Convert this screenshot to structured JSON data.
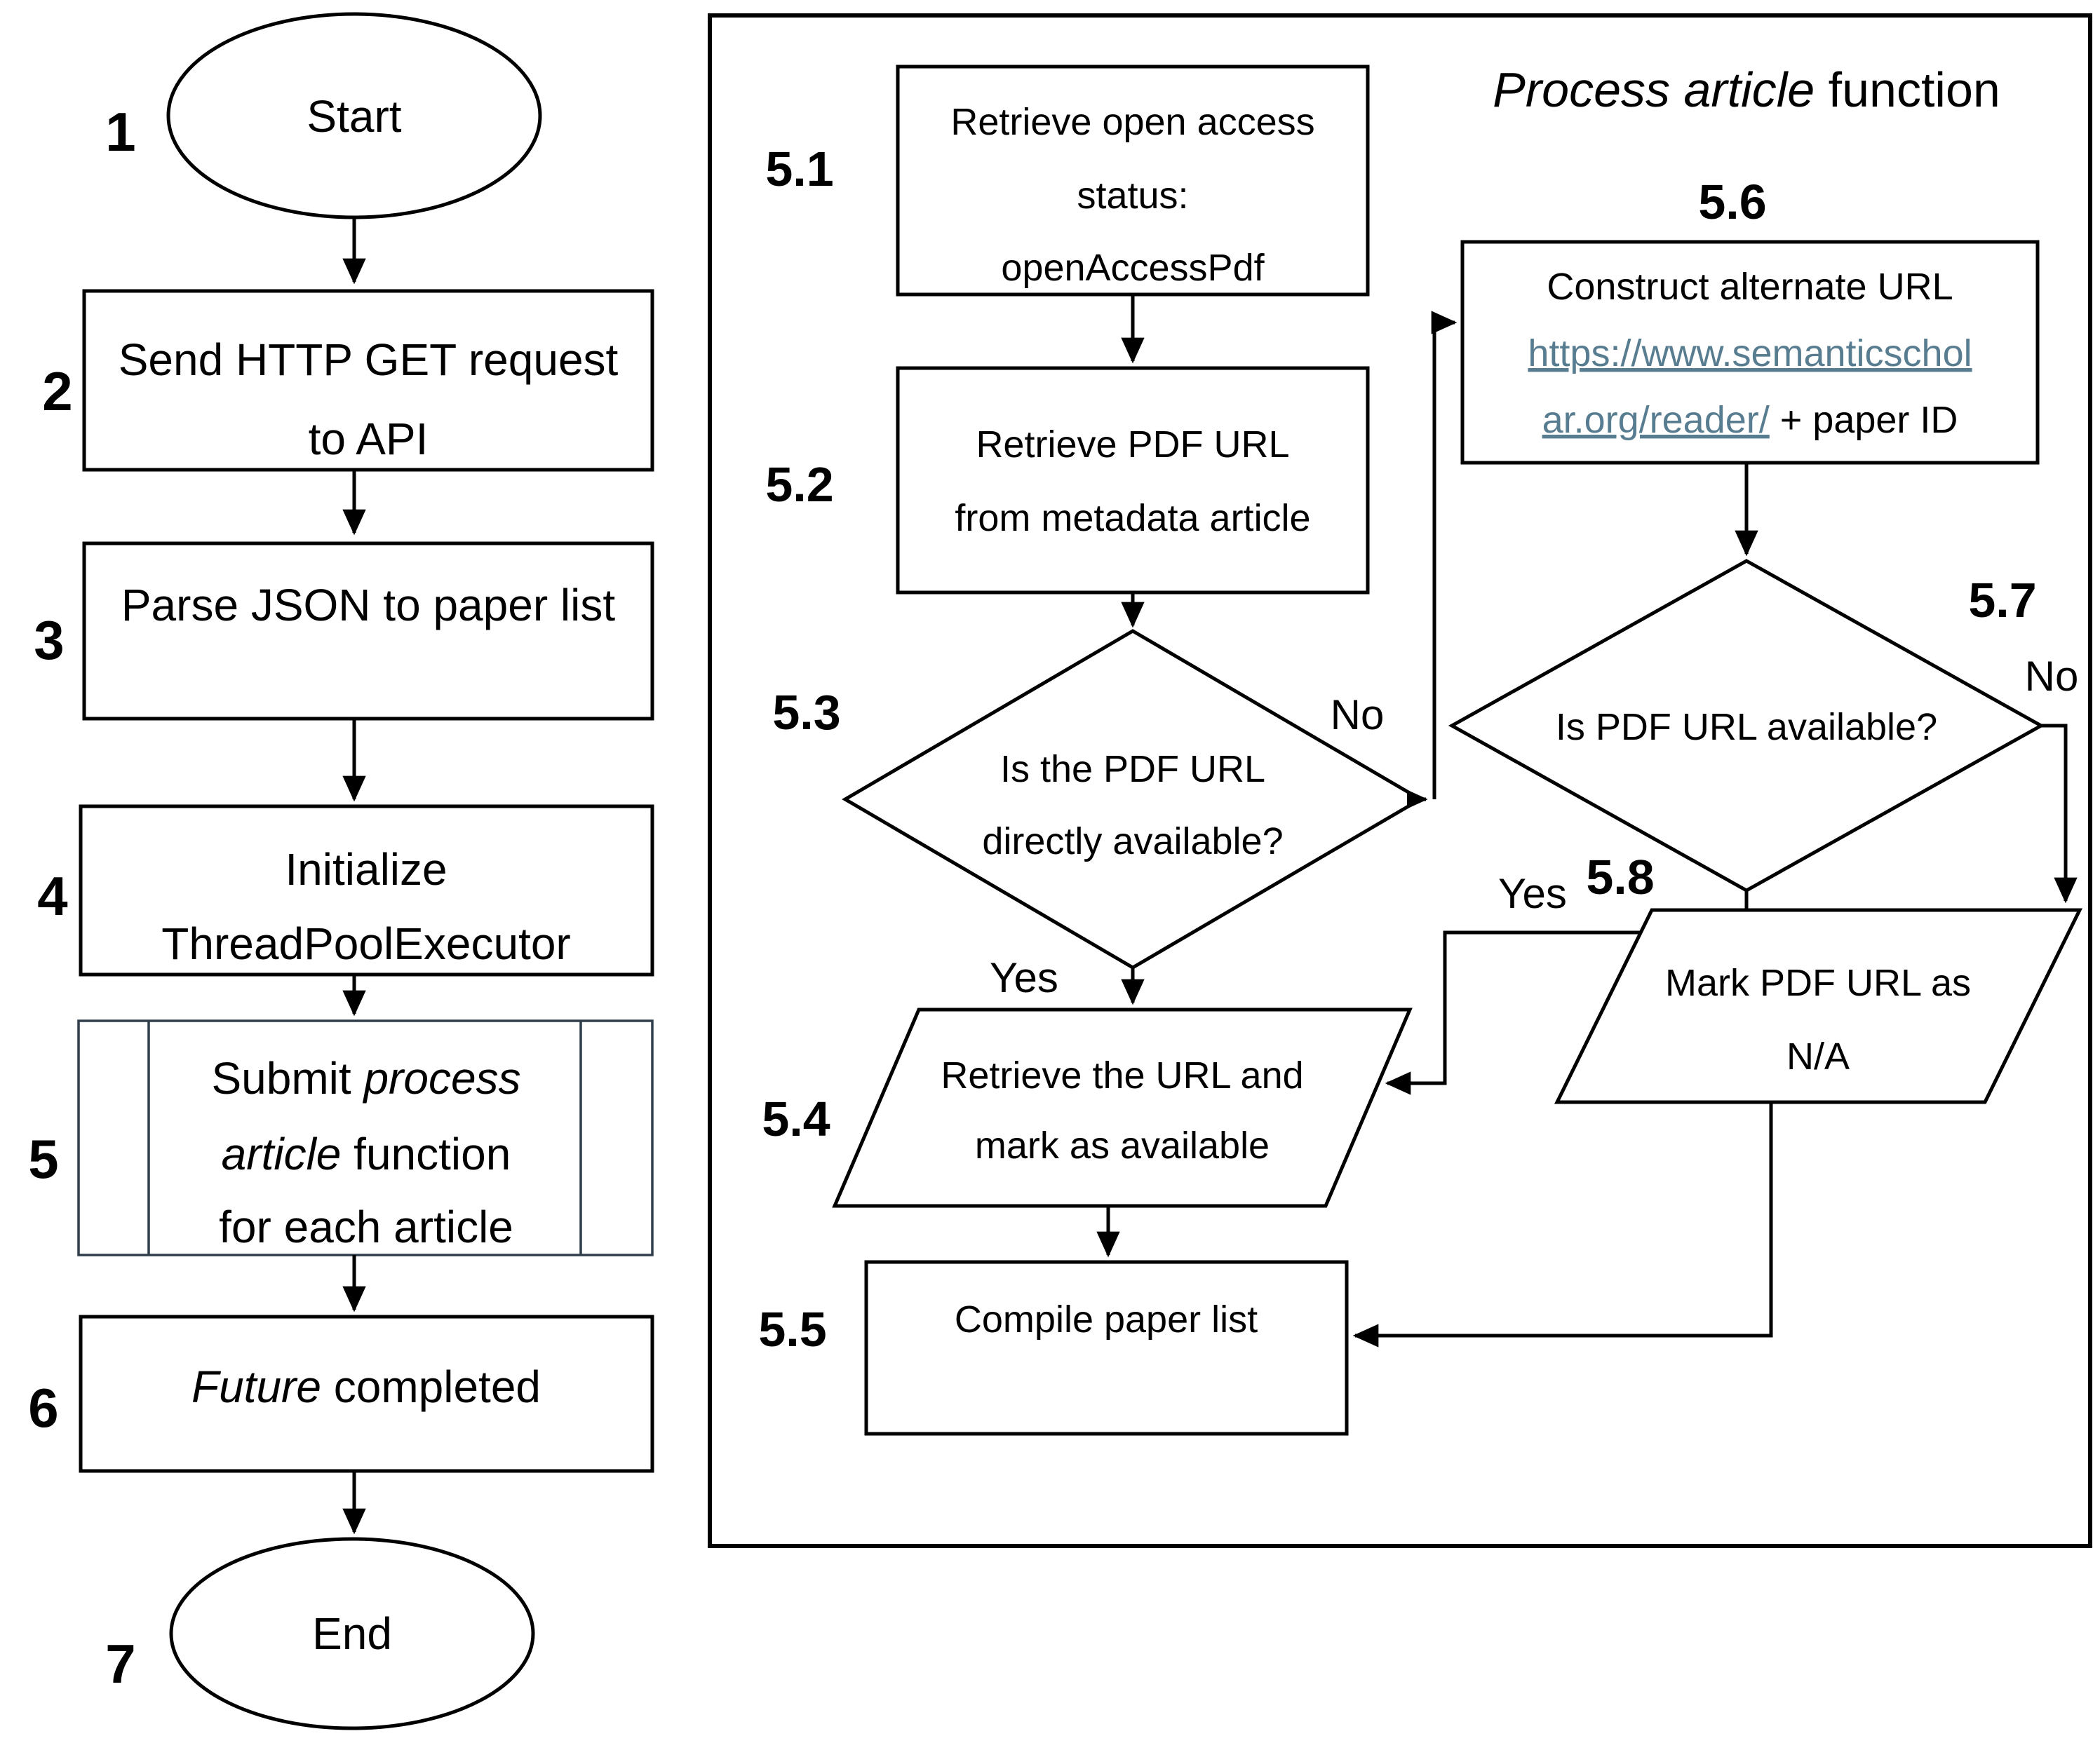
{
  "diagram": {
    "background_color": "#ffffff",
    "line_color": "#000000",
    "subprocess_border_color": "#2f3e4a",
    "link_color": "#587d90",
    "title": {
      "italic": "Process article",
      "regular": " function"
    },
    "main_flow": {
      "n1": {
        "num": "1",
        "label": "Start"
      },
      "n2": {
        "num": "2",
        "line1": "Send HTTP GET request",
        "line2": "to API"
      },
      "n3": {
        "num": "3",
        "label": "Parse JSON to paper list"
      },
      "n4": {
        "num": "4",
        "line1": "Initialize",
        "line2": "ThreadPoolExecutor"
      },
      "n5": {
        "num": "5",
        "line1_regular": "Submit ",
        "line1_italic": "process",
        "line2_italic": "article",
        "line2_regular": " function",
        "line3": "for each article"
      },
      "n6": {
        "num": "6",
        "italic": "Future",
        "regular": " completed"
      },
      "n7": {
        "num": "7",
        "label": "End"
      }
    },
    "process_article": {
      "s51": {
        "num": "5.1",
        "line1": "Retrieve open access",
        "line2": "status:",
        "line3": "openAccessPdf"
      },
      "s52": {
        "num": "5.2",
        "line1": "Retrieve PDF URL",
        "line2": "from metadata article"
      },
      "s53": {
        "num": "5.3",
        "line1": "Is the PDF URL",
        "line2": "directly available?",
        "yes": "Yes",
        "no": "No"
      },
      "s54": {
        "num": "5.4",
        "line1": "Retrieve the URL and",
        "line2": "mark as available"
      },
      "s55": {
        "num": "5.5",
        "label": "Compile paper list"
      },
      "s56": {
        "num": "5.6",
        "line1": "Construct alternate URL",
        "link_line1": "https://www.semanticschol",
        "link_line2": "ar.org/reader/",
        "after_link": " + paper ID"
      },
      "s57": {
        "num": "5.7",
        "label": "Is PDF URL available?",
        "yes": "Yes",
        "no": "No"
      },
      "s58": {
        "num": "5.8",
        "line1": "Mark PDF URL as",
        "line2": "N/A"
      }
    }
  }
}
